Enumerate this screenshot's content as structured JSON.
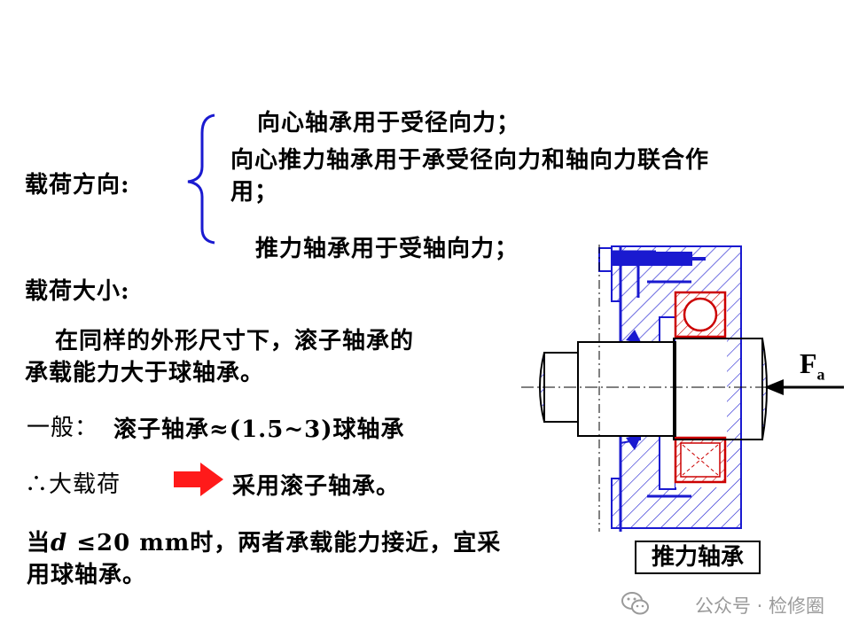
{
  "load_direction": {
    "label": "载荷方向:",
    "radial": "向心轴承用于受径向力；",
    "radial_thrust_line1": "向心推力轴承用于承受径向力和轴向力联合作",
    "radial_thrust_line2": "用；",
    "thrust": "推力轴承用于受轴向力；"
  },
  "load_size": {
    "label": "载荷大小:",
    "line1": "在同样的外形尺寸下，滚子轴承的",
    "line2": "承载能力大于球轴承。",
    "general_prefix": "一般：",
    "general_text": "滚子轴承≈(1.5~3)球轴承",
    "therefore_text": "∴大载荷",
    "therefore_result": "采用滚子轴承。",
    "small_line1_a": "当",
    "small_line1_d": "d",
    "small_line1_b": " ≤20 mm时，两者承载能力接近，宜采",
    "small_line2": "用球轴承。"
  },
  "diagram": {
    "force_label": "F",
    "force_sub": "a",
    "caption": "推力轴承",
    "colors": {
      "blue": "#1a1ad0",
      "red": "#cc0000",
      "arrow": "#ff1a1a"
    }
  },
  "watermark": {
    "text": "公众号 · 检修圈"
  }
}
